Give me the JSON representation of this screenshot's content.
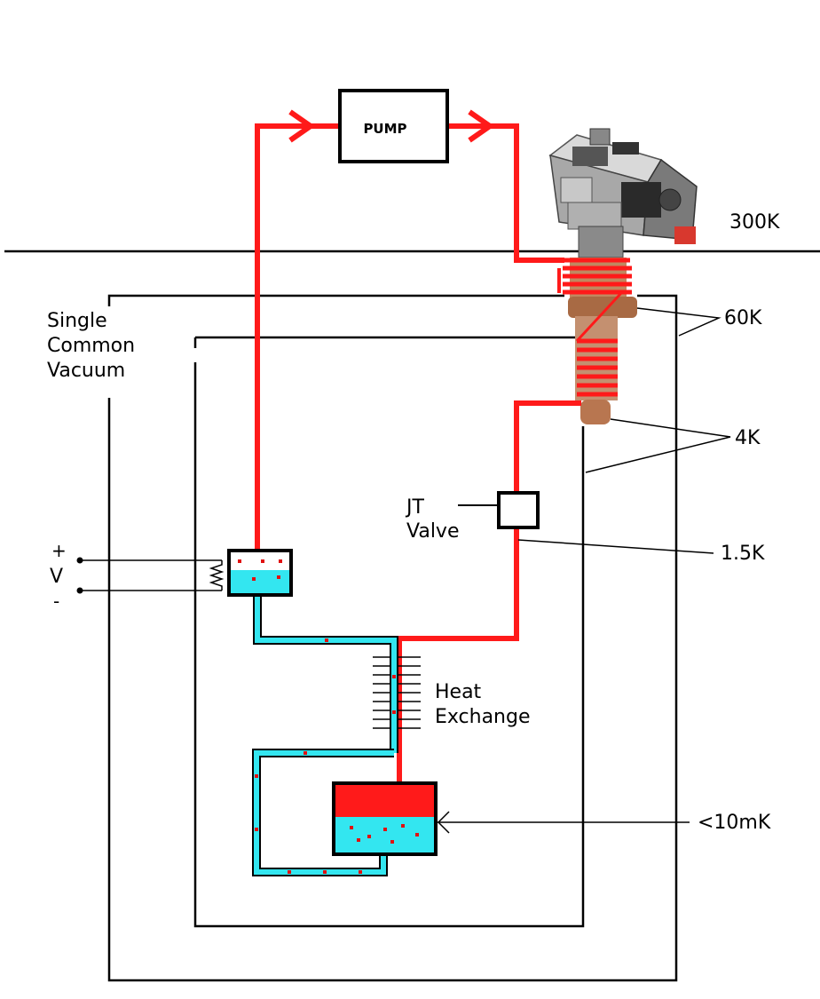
{
  "colors": {
    "flow": "#ff1a1a",
    "liquid": "#33e6f0",
    "line": "#000000",
    "copper": "#b87048",
    "dot": "#e01010"
  },
  "labels": {
    "pump": "PUMP",
    "t300": "300K",
    "t60": "60K",
    "t4": "4K",
    "t15": "1.5K",
    "t10mk": "<10mK",
    "vacuum": [
      "Single",
      "Common",
      "Vacuum"
    ],
    "jt": [
      "JT",
      "Valve"
    ],
    "heat": [
      "Heat",
      "Exchange"
    ],
    "plus": "+",
    "v": "V",
    "minus": "-"
  },
  "icons": {
    "cryocooler": "pulse-tube-cryocooler-icon",
    "heater": "resistor-heater-icon",
    "arrow": "flow-arrow-icon"
  }
}
